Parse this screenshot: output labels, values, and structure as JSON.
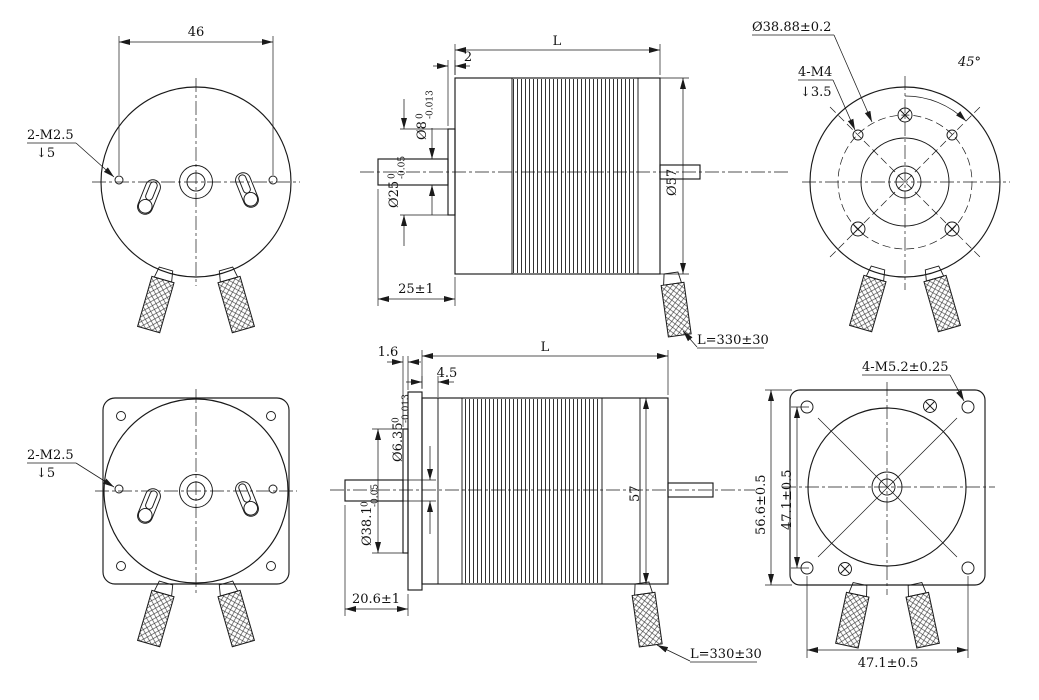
{
  "drawing": {
    "colors": {
      "line": "#1a1a1a",
      "background": "#ffffff"
    },
    "front_round": {
      "dim46": "46",
      "thread": "2-M2.5",
      "depth": "↓5"
    },
    "side_round": {
      "L": "L",
      "boss_len": "2",
      "shaft": {
        "nominal": "Ø8",
        "upper": "0",
        "lower": "-0.013"
      },
      "pilot": {
        "nominal": "Ø25",
        "upper": "0",
        "lower": "-0.05"
      },
      "body": "Ø57",
      "shaft_len": "25±1",
      "cable": "L=330±30"
    },
    "rear_round": {
      "bolt_circle": "Ø38.88±0.2",
      "thread": "4-M4",
      "depth": "↓3.5",
      "angle": "45°"
    },
    "front_square": {
      "thread": "2-M2.5",
      "depth": "↓5"
    },
    "side_square": {
      "d16": "1.6",
      "d45": "4.5",
      "L": "L",
      "shaft": {
        "nominal": "Ø6.35",
        "upper": "0",
        "lower": "-0.013"
      },
      "pilot": {
        "nominal": "Ø38.1",
        "upper": "0",
        "lower": "-0.05"
      },
      "body": "57",
      "shaft_len": "20.6±1",
      "cable": "L=330±30"
    },
    "rear_square": {
      "holes": "4-M5.2±0.25",
      "height": "56.6±0.5",
      "spacing_v": "47.1±0.5",
      "spacing_h": "47.1±0.5"
    }
  }
}
